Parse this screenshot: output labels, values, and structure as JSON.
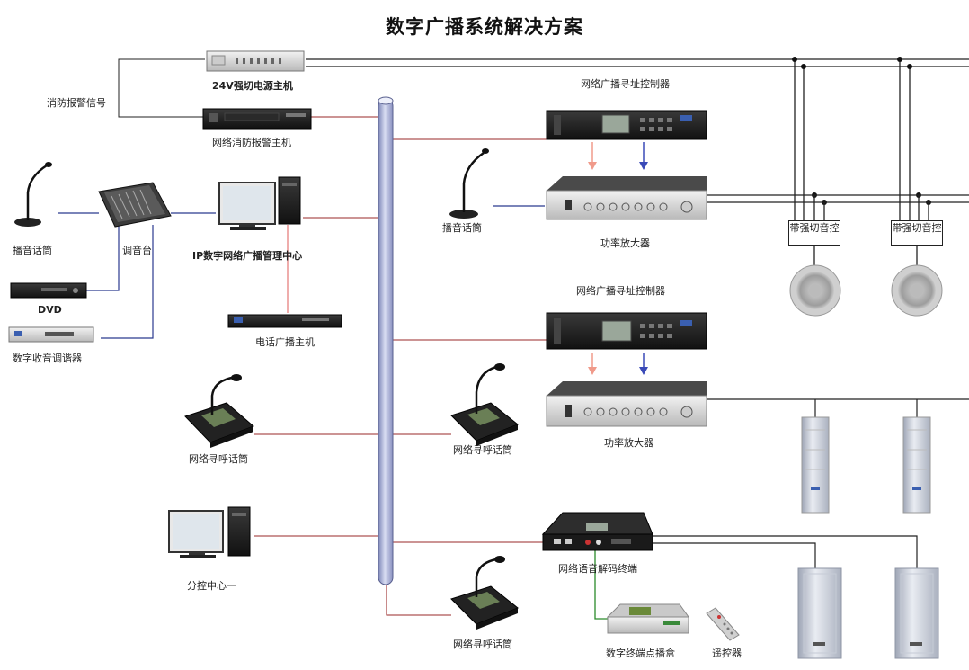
{
  "title": "数字广播系统解决方案",
  "labels": {
    "power_host": "24V强切电源主机",
    "fire_signal": "消防报警信号",
    "fire_alarm_host": "网络消防报警主机",
    "mic_left": "播音话筒",
    "mixer": "调音台",
    "ip_center": "IP数字网络广播管理中心",
    "dvd": "DVD",
    "tuner": "数字收音调谐器",
    "phone_host": "电话广播主机",
    "paging_mic_left": "网络寻呼话筒",
    "sub_center": "分控中心一",
    "controller_1": "网络广播寻址控制器",
    "mic_mid": "播音话筒",
    "amp_1": "功率放大器",
    "controller_2": "网络广播寻址控制器",
    "amp_2": "功率放大器",
    "paging_mic_mid_1": "网络寻呼话筒",
    "decoder": "网络语音解码终端",
    "paging_mic_mid_2": "网络寻呼话筒",
    "player_box": "数字终端点播盒",
    "remote": "遥控器",
    "switch_1": "带强切音控",
    "switch_2": "带强切音控"
  }
}
